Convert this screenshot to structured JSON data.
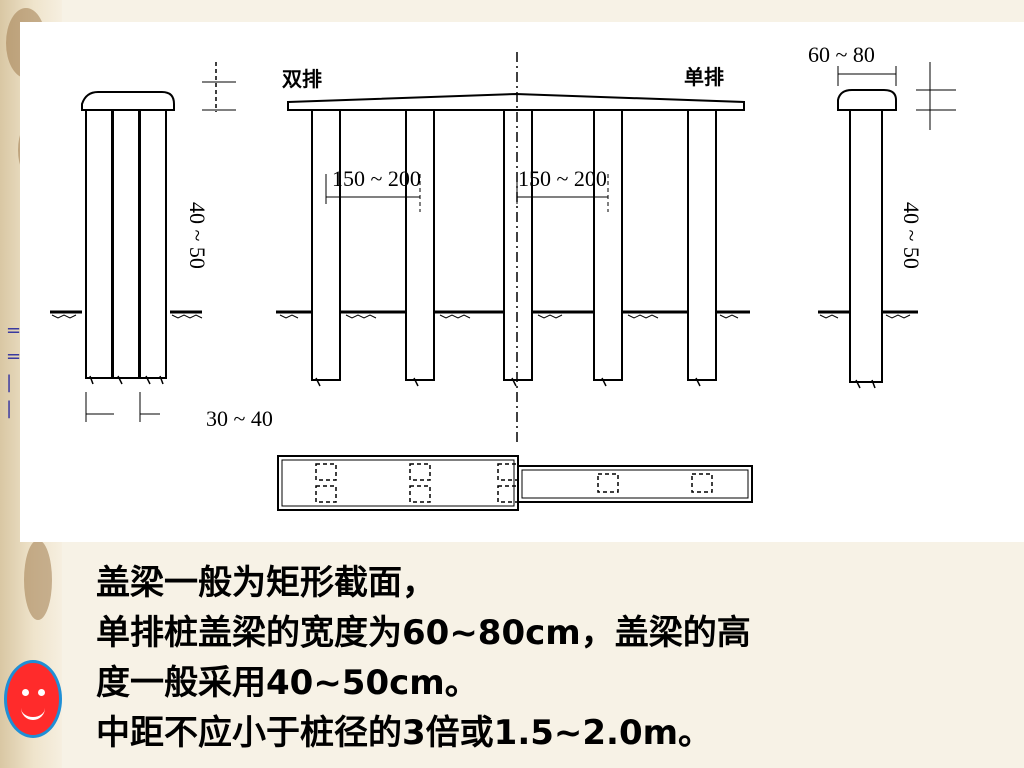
{
  "diagram": {
    "label_double_row": "双排",
    "label_single_row": "单排",
    "dim_cap_width": "60 ~ 80",
    "dim_cap_height_left": "40 ~ 50",
    "dim_cap_height_right": "40 ~ 50",
    "dim_spacing_1": "150 ~ 200",
    "dim_spacing_2": "150 ~ 200",
    "dim_pile_dia": "30 ~ 40"
  },
  "text": {
    "line1": "盖梁一般为矩形截面，",
    "line2": "单排桩盖梁的宽度为60~80cm，盖梁的高",
    "line3": "度一般采用40~50cm。",
    "line4": "中距不应小于桩径的3倍或1.5~2.0m。"
  },
  "icons": {
    "decor": "smiley-icon"
  }
}
